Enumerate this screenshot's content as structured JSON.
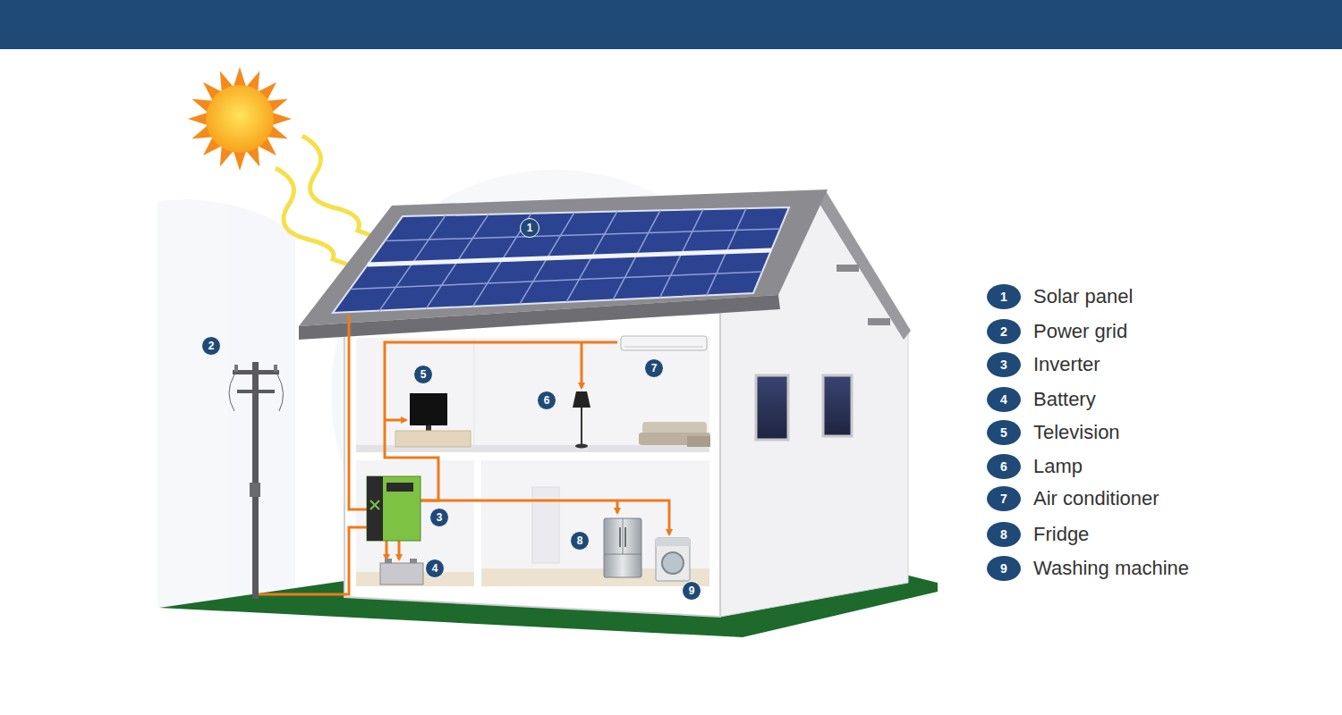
{
  "diagram": {
    "nodes": [
      {
        "text": [
          "1"
        ]
      },
      {
        "text": [
          "2"
        ]
      },
      {
        "text": [
          "3"
        ]
      },
      {
        "text": [
          "4"
        ]
      },
      {
        "text": [
          "5"
        ]
      },
      {
        "text": [
          "6"
        ]
      },
      {
        "text": [
          "7"
        ]
      },
      {
        "text": [
          "8"
        ]
      },
      {
        "text": [
          "9"
        ]
      },
      {
        "text": [
          "1",
          "Solar panel"
        ]
      },
      {
        "text": [
          "2",
          "Power grid"
        ]
      },
      {
        "text": [
          "3",
          "Inverter"
        ]
      },
      {
        "text": [
          "4",
          "Battery"
        ]
      },
      {
        "text": [
          "5",
          "Television"
        ]
      },
      {
        "text": [
          "6",
          "Lamp"
        ]
      },
      {
        "text": [
          "7",
          "Air conditioner"
        ]
      },
      {
        "text": [
          "8",
          "Fridge"
        ]
      },
      {
        "text": [
          "9",
          "Washing machine"
        ]
      }
    ]
  }
}
